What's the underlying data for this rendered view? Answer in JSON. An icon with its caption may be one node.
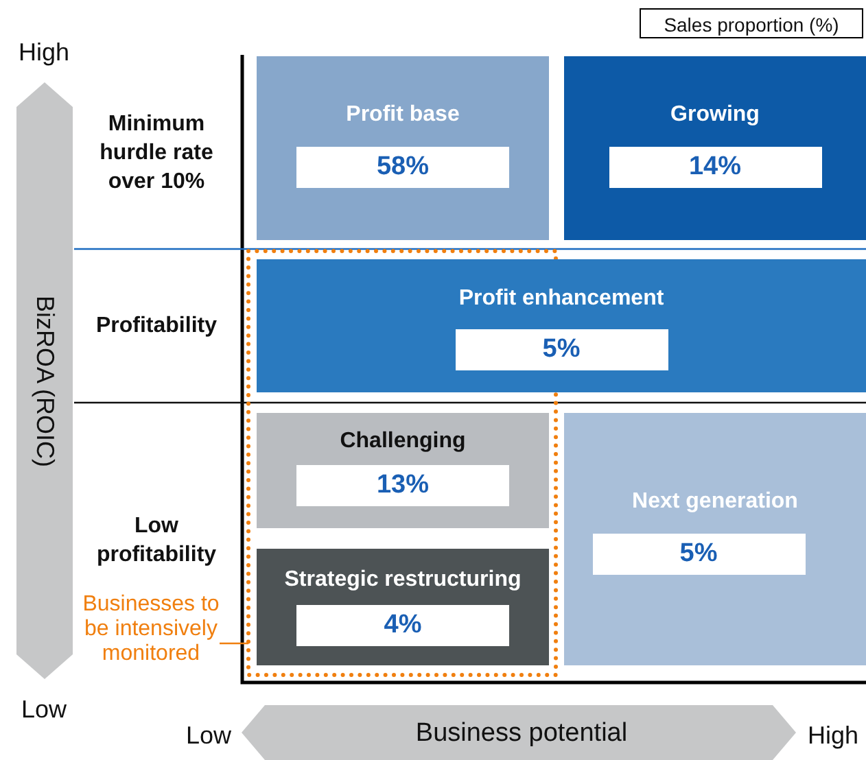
{
  "diagram": {
    "nodes": [
      {
        "text": [
          "Profit base",
          "58%"
        ]
      },
      {
        "text": [
          "Growing",
          "14%"
        ]
      },
      {
        "text": [
          "Profit enhancement",
          "5%"
        ]
      },
      {
        "text": [],
        "shape": "box"
      },
      {
        "text": [
          "Challenging",
          "13%"
        ],
        "in": 3
      },
      {
        "text": [
          "Strategic restructuring",
          "4%"
        ],
        "in": 3
      },
      {
        "text": [
          "Next generation",
          "5%"
        ]
      },
      {
        "text": [
          "Businesses to be intensively monitored"
        ]
      }
    ],
    "edges": [
      {
        "from": 7,
        "to": 3,
        "arrow": "none",
        "color": "#f07f0f"
      }
    ],
    "labels": [
      "Sales proportion (%)",
      "High",
      "BizROA (ROIC)",
      "Low",
      "Minimum hurdle rate over 10%",
      "Profitability",
      "Low profitability",
      "Low",
      "Business potential",
      "High"
    ]
  }
}
